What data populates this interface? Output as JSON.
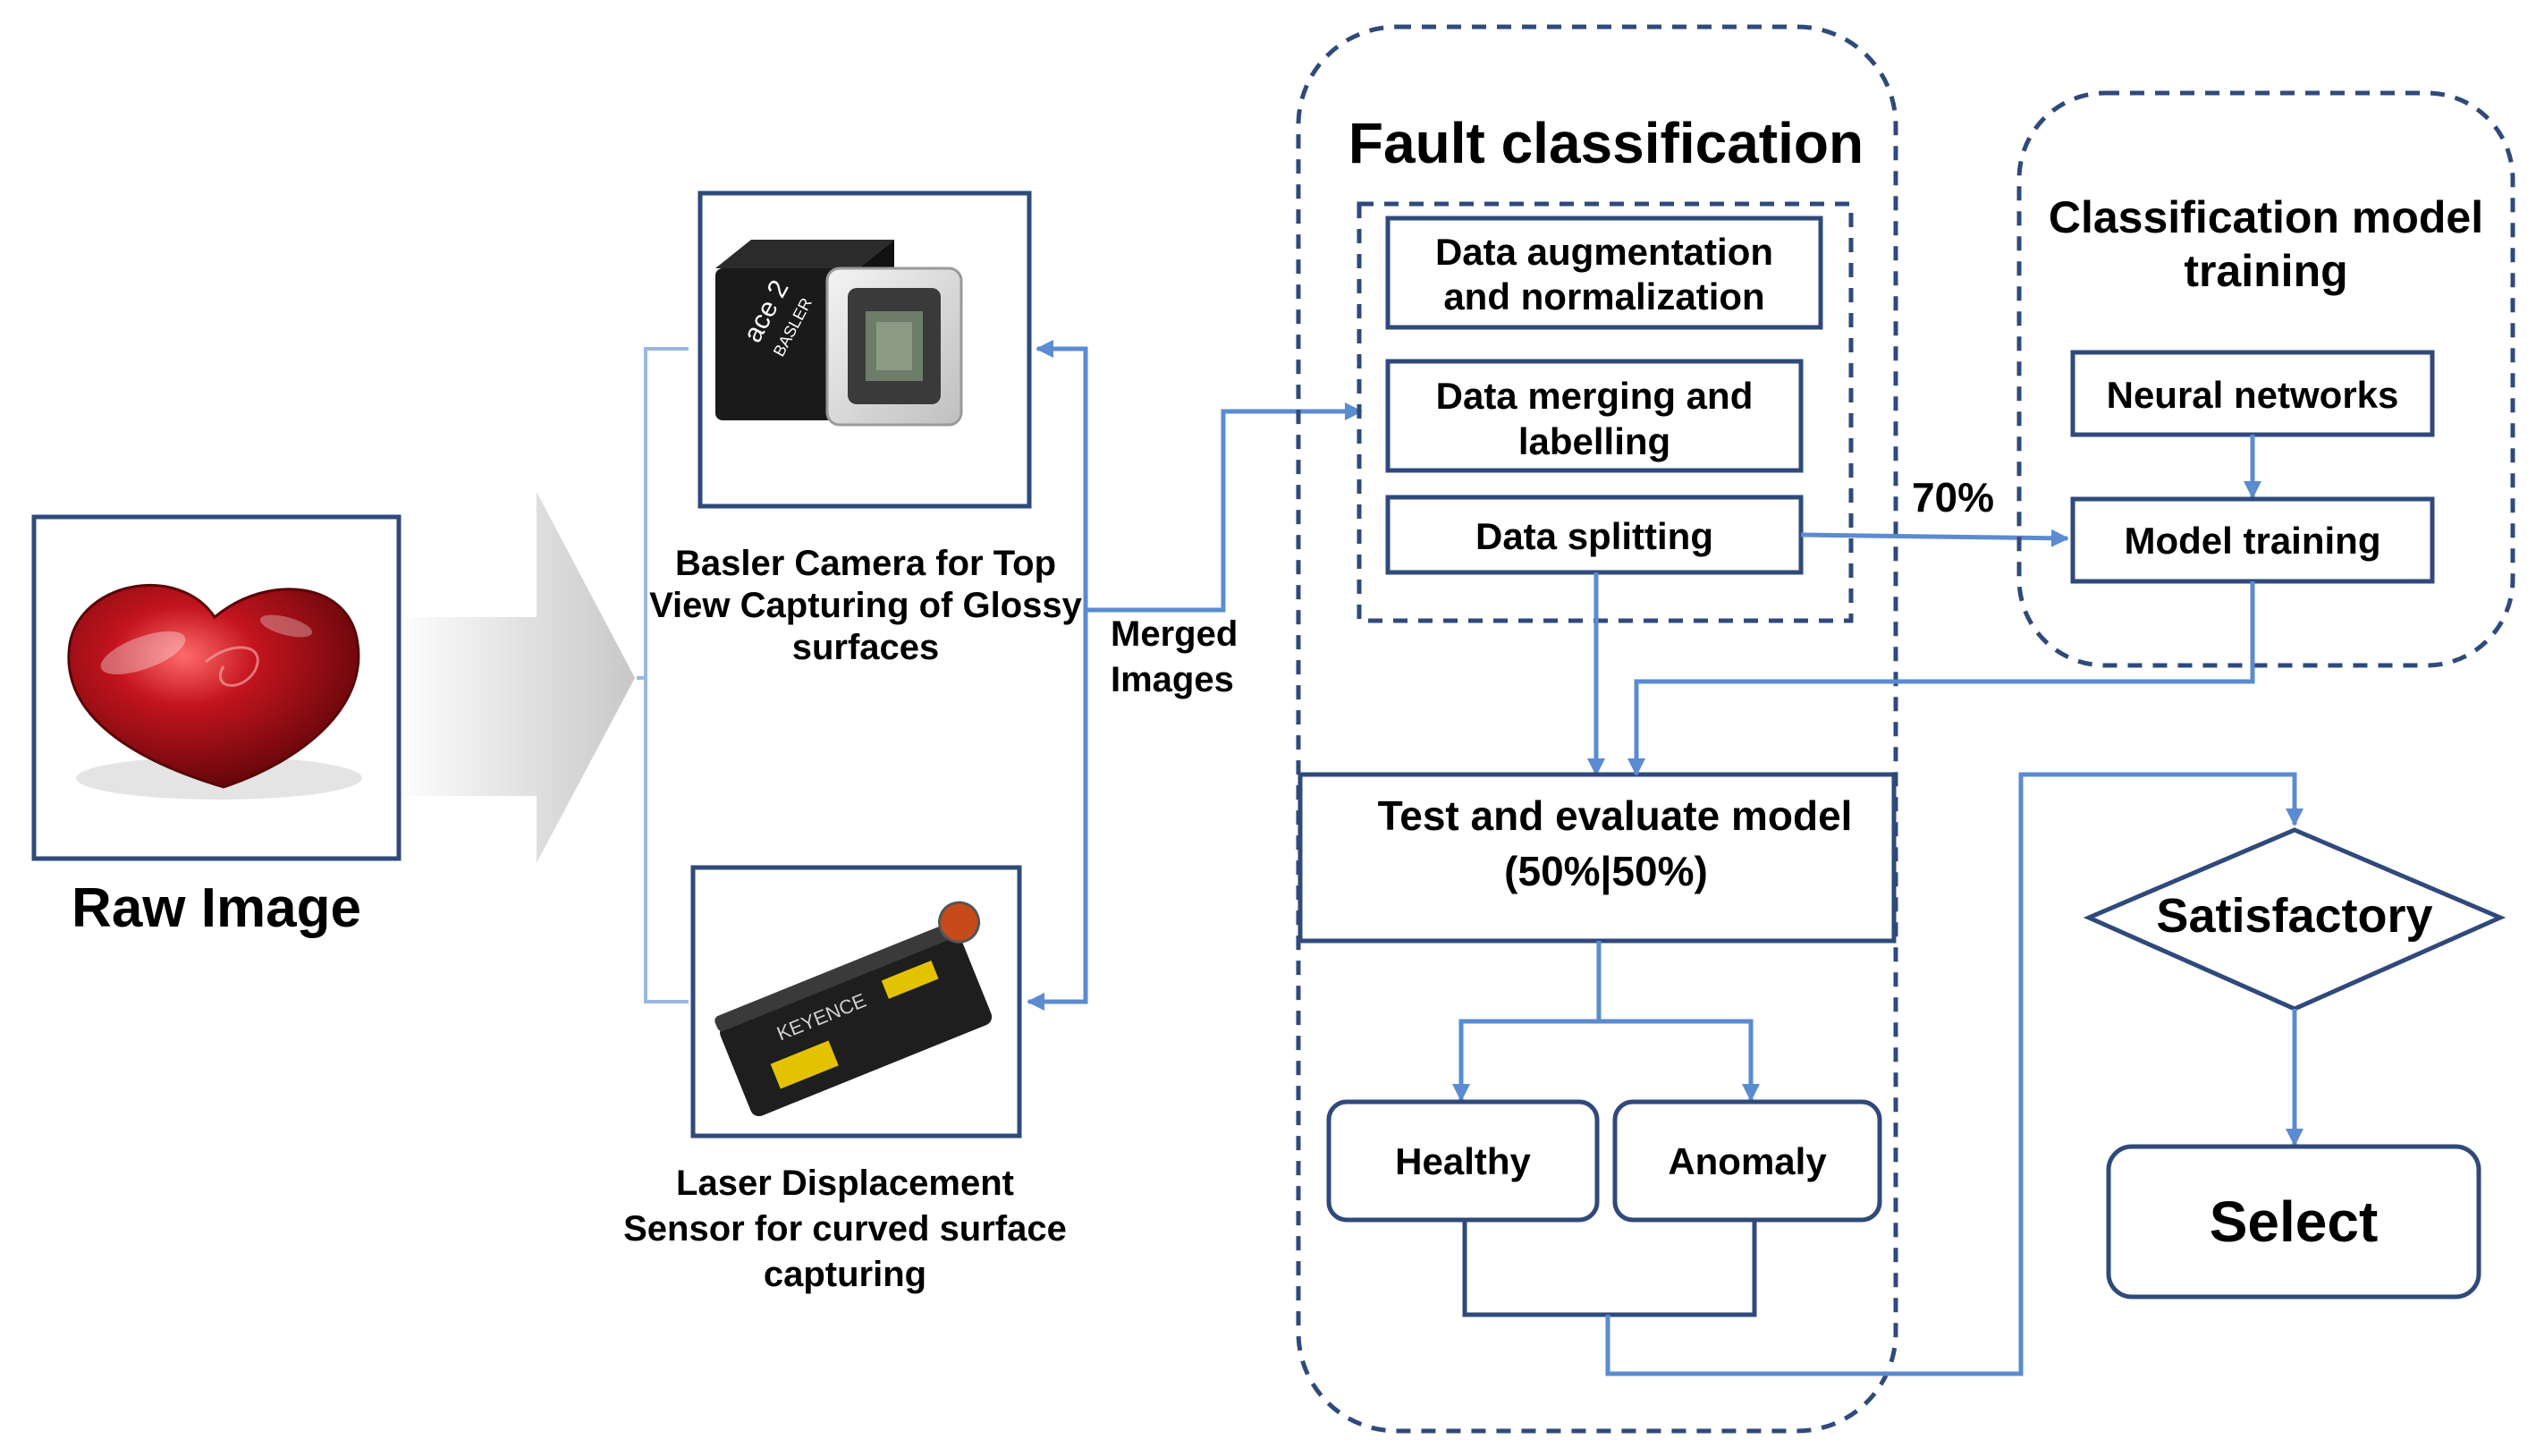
{
  "raw_image": {
    "label": "Raw Image"
  },
  "camera": {
    "caption": [
      "Basler Camera for Top",
      "View Capturing of Glossy",
      "surfaces"
    ],
    "body_text": [
      "ace 2",
      "BASLER"
    ]
  },
  "sensor": {
    "caption": [
      "Laser Displacement",
      "Sensor for curved surface",
      "capturing"
    ],
    "brand": "KEYENCE"
  },
  "merged": {
    "label": [
      "Merged",
      "Images"
    ]
  },
  "fault": {
    "title": "Fault classification",
    "steps": [
      [
        "Data augmentation",
        "and normalization"
      ],
      [
        "Data merging  and",
        "labelling"
      ],
      [
        "Data splitting"
      ]
    ],
    "test": [
      "Test and evaluate model",
      "(50%|50%)"
    ],
    "outcomes": [
      "Healthy",
      "Anomaly"
    ]
  },
  "training": {
    "title": [
      "Classification model",
      "training"
    ],
    "steps": [
      "Neural networks",
      "Model training"
    ],
    "split_label": "70%"
  },
  "decision": {
    "label": "Satisfactory"
  },
  "final": {
    "label": "Select"
  },
  "colors": {
    "border": "#2f4a7a",
    "connector": "#5b8bd0",
    "object_red": "#b3121c"
  }
}
